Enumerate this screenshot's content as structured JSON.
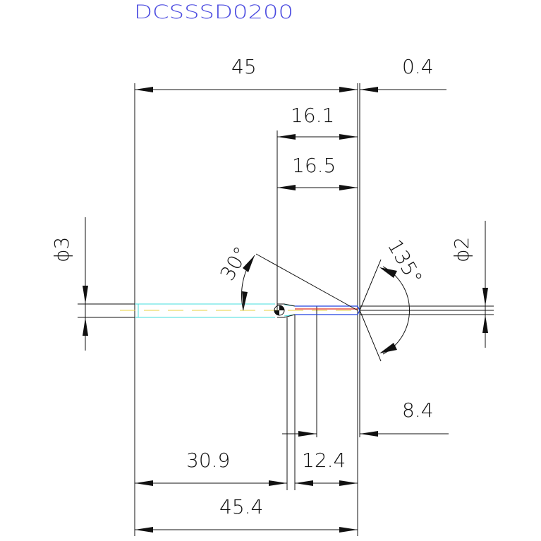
{
  "drawing": {
    "code": "DCSSSD0200",
    "dimensions": {
      "overall_length": "45",
      "tip_offset": "0.4",
      "flute_length_a": "16.1",
      "flute_length_b": "16.5",
      "shank_diameter": "ϕ3",
      "tip_diameter": "ϕ2",
      "chamfer_angle": "30°",
      "point_angle": "135°",
      "point_length": "8.4",
      "shank_length": "30.9",
      "neck_length": "12.4",
      "total_length": "45.4"
    },
    "colors": {
      "line": "#111111",
      "code": "#4a4ae0",
      "centerline": "#e8d040",
      "body_outline": "#44dddd",
      "tip_red": "#e03020",
      "tip_blue": "#2040e0"
    }
  }
}
